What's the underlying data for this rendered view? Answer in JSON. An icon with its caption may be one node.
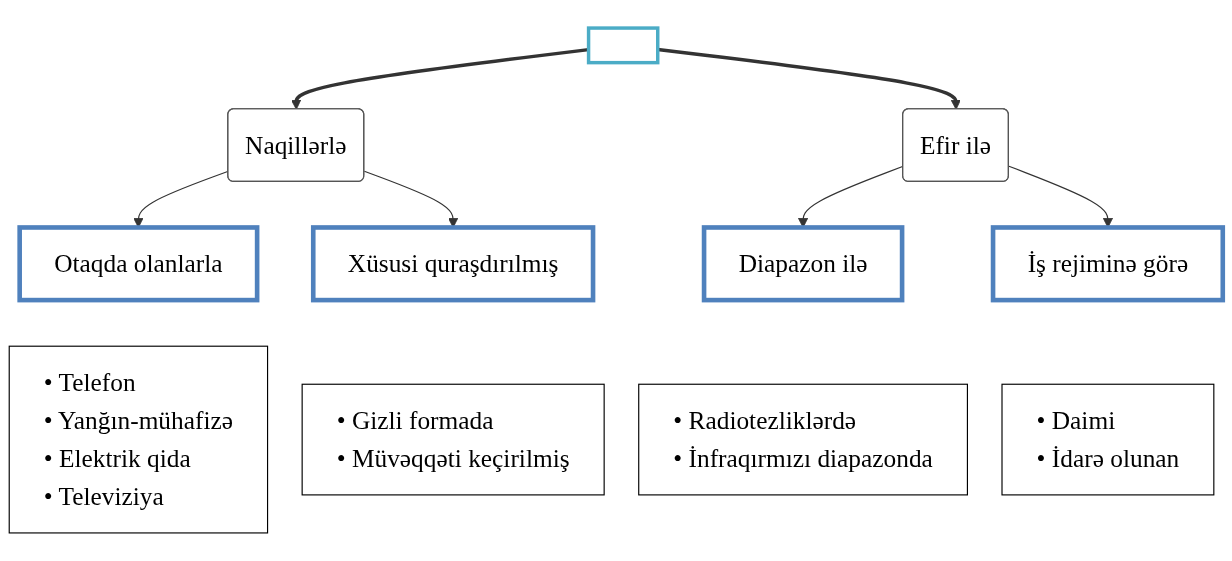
{
  "diagram": {
    "nodes": [
      {
        "text": [],
        "shape": "box"
      },
      {
        "text": [
          "Naqillərlə"
        ]
      },
      {
        "text": [
          "Efir ilə"
        ]
      },
      {
        "text": [
          "Otaqda olanlarla"
        ]
      },
      {
        "text": [
          "• Telefon",
          "• Yanğın-mühafizə",
          "• Elektrik qida",
          "• Televiziya"
        ]
      },
      {
        "text": [
          "Xüsusi quraşdırılmış"
        ]
      },
      {
        "text": [
          "• Gizli formada",
          "• Müvəqqəti keçirilmiş"
        ]
      },
      {
        "text": [
          "Diapazon ilə"
        ]
      },
      {
        "text": [
          "• Radiotezliklərdə",
          "• İnfraqırmızı diapazonda"
        ]
      },
      {
        "text": [
          "İş rejiminə görə"
        ]
      },
      {
        "text": [
          "• Daimi",
          "• İdarə olunan"
        ]
      }
    ],
    "edges": [
      {
        "from": 0,
        "to": 1,
        "arrow": "to",
        "style": "thick"
      },
      {
        "from": 0,
        "to": 2,
        "arrow": "to",
        "style": "thick"
      },
      {
        "from": 1,
        "to": 3,
        "arrow": "to"
      },
      {
        "from": 1,
        "to": 5,
        "arrow": "to"
      },
      {
        "from": 2,
        "to": 7,
        "arrow": "to"
      },
      {
        "from": 2,
        "to": 9,
        "arrow": "to"
      }
    ]
  }
}
